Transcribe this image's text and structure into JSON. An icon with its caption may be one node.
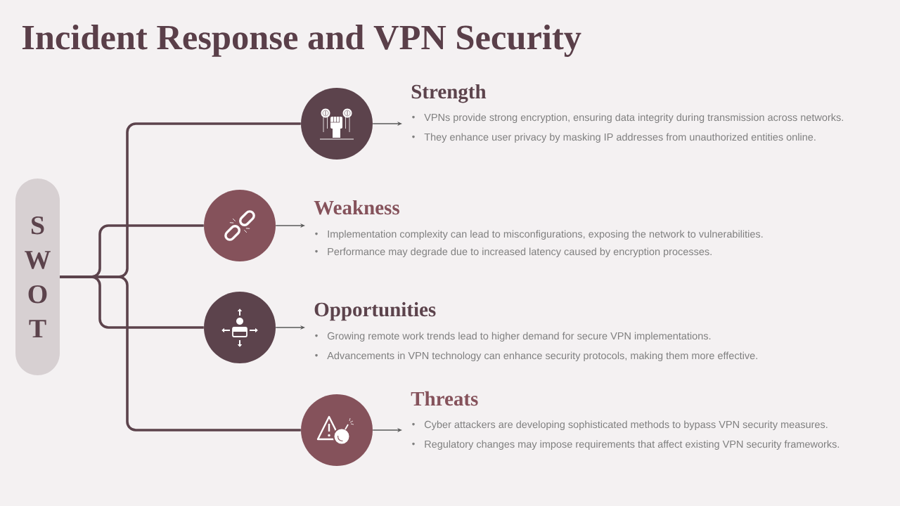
{
  "diagram": {
    "title": "Incident Response and VPN Security",
    "nodes": [
      {
        "text": [
          "S W O T"
        ]
      },
      {
        "text": [],
        "shape": "circle"
      },
      {
        "text": [
          "Strength",
          "VPNs provide strong encryption, ensuring data integrity during transmission across networks.",
          "They enhance user privacy by masking IP addresses from unauthorized entities online."
        ]
      },
      {
        "text": [],
        "shape": "circle"
      },
      {
        "text": [
          "Weakness",
          "Implementation complexity can lead to misconfigurations, exposing the network to vulnerabilities.",
          "Performance may degrade due to increased latency caused by encryption processes."
        ]
      },
      {
        "text": [],
        "shape": "circle"
      },
      {
        "text": [
          "Opportunities",
          "Growing remote work trends lead to higher demand for secure VPN implementations.",
          "Advancements in VPN technology can enhance security protocols, making them more effective."
        ]
      },
      {
        "text": [],
        "shape": "circle"
      },
      {
        "text": [
          "Threats",
          "Cyber attackers are developing sophisticated methods to bypass VPN security measures.",
          "Regulatory changes may impose requirements that affect existing VPN security frameworks."
        ]
      }
    ],
    "edges": [
      {
        "from": 0,
        "to": 1,
        "arrow": "none",
        "style": "thick",
        "color": "#5c434c"
      },
      {
        "from": 0,
        "to": 3,
        "arrow": "none",
        "style": "thick",
        "color": "#5c434c"
      },
      {
        "from": 0,
        "to": 5,
        "arrow": "none",
        "style": "thick",
        "color": "#5c434c"
      },
      {
        "from": 0,
        "to": 7,
        "arrow": "none",
        "style": "thick",
        "color": "#5c434c"
      },
      {
        "from": 1,
        "to": 2,
        "arrow": "to"
      },
      {
        "from": 3,
        "to": 4,
        "arrow": "to"
      },
      {
        "from": 5,
        "to": 6,
        "arrow": "to"
      },
      {
        "from": 7,
        "to": 8,
        "arrow": "to"
      }
    ]
  }
}
